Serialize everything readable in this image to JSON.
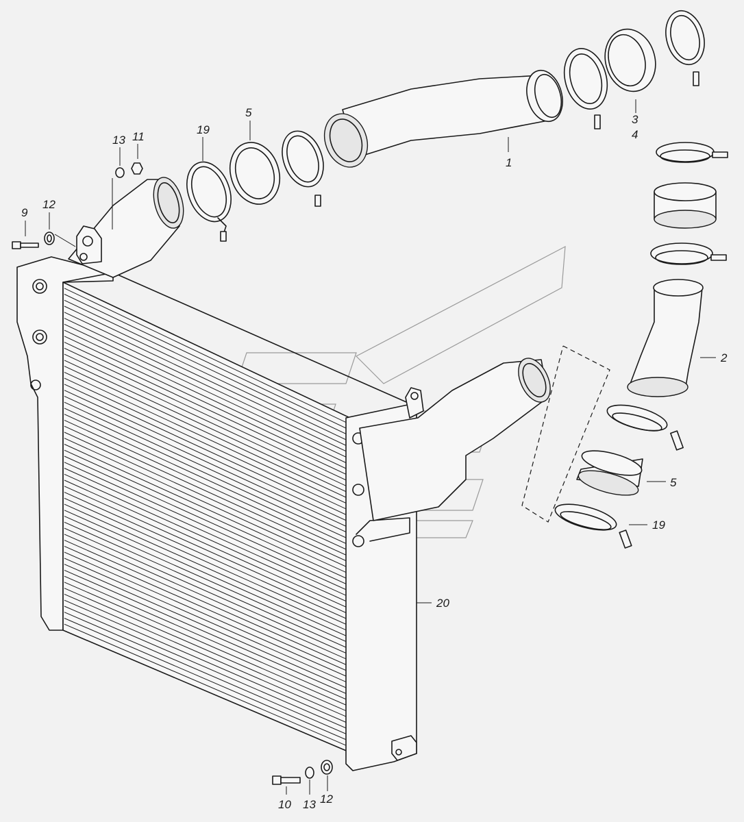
{
  "diagram": {
    "callouts": [
      {
        "id": "c1",
        "text": "1"
      },
      {
        "id": "c2",
        "text": "2"
      },
      {
        "id": "c3",
        "text": "3"
      },
      {
        "id": "c4",
        "text": "4"
      },
      {
        "id": "c5a",
        "text": "5"
      },
      {
        "id": "c5b",
        "text": "5"
      },
      {
        "id": "c9",
        "text": "9"
      },
      {
        "id": "c10",
        "text": "10"
      },
      {
        "id": "c11",
        "text": "11"
      },
      {
        "id": "c12a",
        "text": "12"
      },
      {
        "id": "c12b",
        "text": "12"
      },
      {
        "id": "c13a",
        "text": "13"
      },
      {
        "id": "c13b",
        "text": "13"
      },
      {
        "id": "c19a",
        "text": "19"
      },
      {
        "id": "c19b",
        "text": "19"
      },
      {
        "id": "c20",
        "text": "20"
      }
    ]
  }
}
